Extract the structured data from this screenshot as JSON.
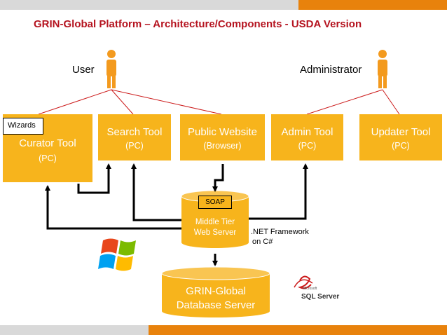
{
  "title": "GRIN-Global Platform – Architecture/Components - USDA Version",
  "actors": {
    "user": "User",
    "administrator": "Administrator"
  },
  "boxes": {
    "curator": {
      "name": "Curator Tool",
      "sub": "(PC)"
    },
    "search": {
      "name": "Search Tool",
      "sub": "(PC)"
    },
    "public": {
      "name": "Public Website",
      "sub": "(Browser)"
    },
    "admin": {
      "name": "Admin Tool",
      "sub": "(PC)"
    },
    "updater": {
      "name": "Updater Tool",
      "sub": "(PC)"
    }
  },
  "wizards_label": "Wizards",
  "soap_label": "SOAP",
  "middle_tier": {
    "line1": "Middle Tier",
    "line2": "Web Server"
  },
  "database": {
    "line1": "GRIN-Global",
    "line2": "Database Server"
  },
  "framework": {
    "line1": ".NET Framework",
    "line2": "on C#"
  },
  "sql_logo": {
    "small": "Microsoft",
    "main": "SQL Server"
  },
  "colors": {
    "accent_orange": "#e8820c",
    "box_yellow": "#f7b41c",
    "title_red": "#b5131f",
    "actor_orange": "#f39a1e",
    "connector_red": "#cc1b1b"
  }
}
